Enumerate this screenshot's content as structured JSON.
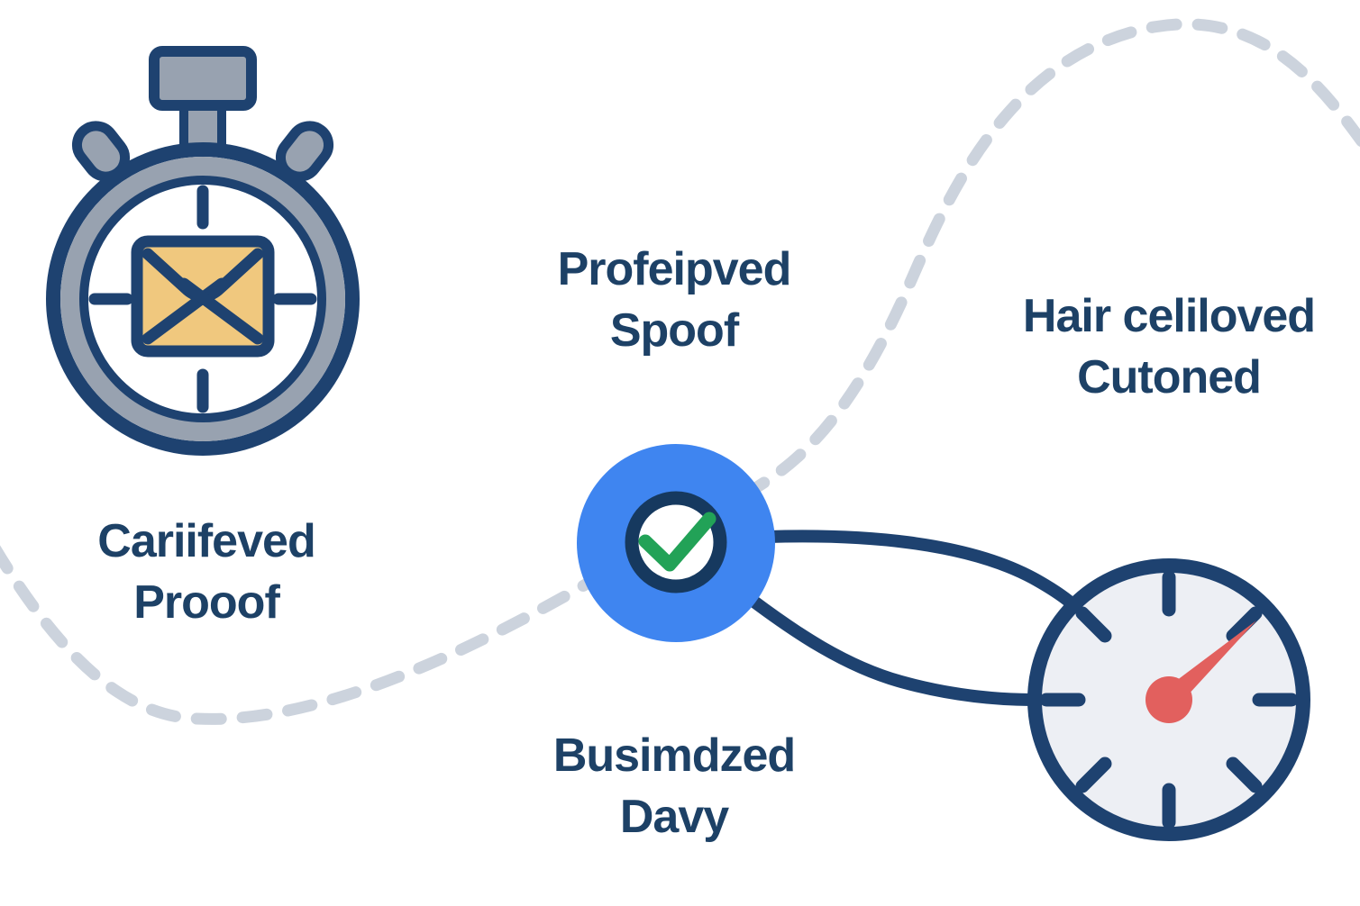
{
  "diagram": {
    "type": "process-infographic",
    "background": "#ffffff",
    "colors": {
      "navy": "#1e4270",
      "text_navy": "#1d4166",
      "ring_navy": "#16395f",
      "body_gray": "#98a2b0",
      "dash_gray": "#ccd3dd",
      "accent_blue": "#3f85f0",
      "check_green": "#22a257",
      "needle_red": "#e2605e",
      "envelope_yellow": "#f0c87e",
      "gauge_face": "#edeff4"
    },
    "icons": [
      "stopwatch-email-icon",
      "check-badge-icon",
      "checkmark-icon",
      "gauge-icon"
    ],
    "labels": [
      {
        "id": "certified",
        "lines": [
          "Cariifeved",
          "Prooof"
        ]
      },
      {
        "id": "approved",
        "lines": [
          "Profeipved",
          "Spoof"
        ]
      },
      {
        "id": "delivered",
        "lines": [
          "Hair celiloved",
          "Cutoned"
        ]
      },
      {
        "id": "optimized",
        "lines": [
          "Busimdzed",
          "Davy"
        ]
      }
    ]
  }
}
